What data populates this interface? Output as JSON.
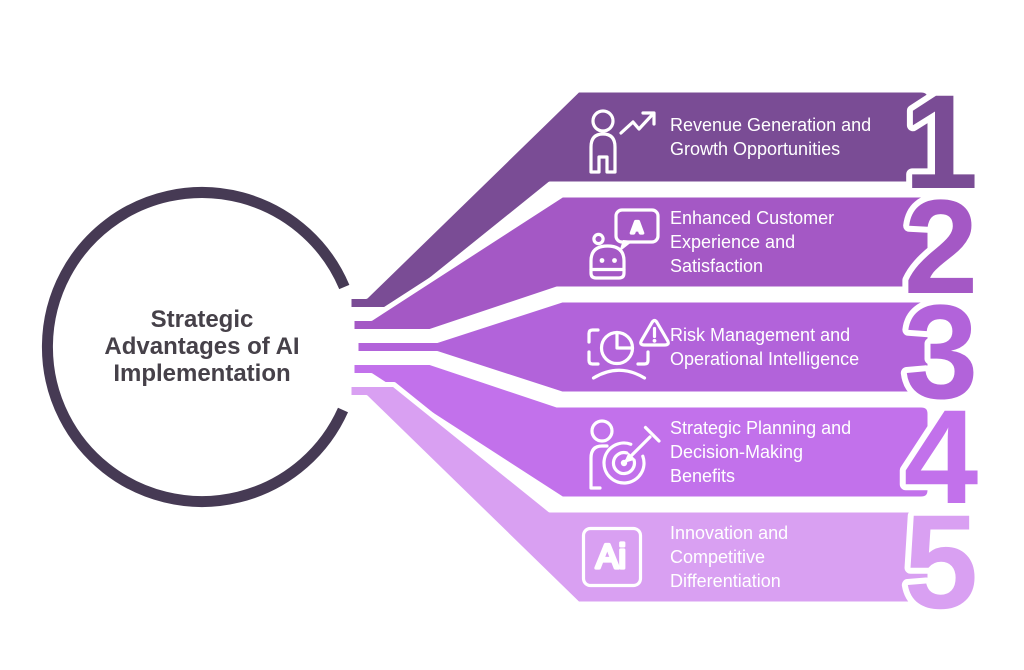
{
  "title": {
    "lines": [
      "Strategic",
      "Advantages of AI",
      "Implementation"
    ]
  },
  "banners": [
    {
      "number": "1",
      "color": "#7a4c95",
      "icon": "person-growth-arrow-icon",
      "lines": [
        "Revenue Generation and",
        "Growth Opportunities",
        ""
      ]
    },
    {
      "number": "2",
      "color": "#a458c5",
      "icon": "chatbot-speech-bubble-icon",
      "lines": [
        "Enhanced Customer",
        "Experience and",
        "Satisfaction"
      ]
    },
    {
      "number": "3",
      "color": "#b263da",
      "icon": "risk-pie-warning-icon",
      "lines": [
        "Risk Management and",
        "Operational Intelligence",
        ""
      ]
    },
    {
      "number": "4",
      "color": "#c271eb",
      "icon": "person-target-dart-icon",
      "lines": [
        "Strategic Planning and",
        "Decision-Making",
        "Benefits"
      ]
    },
    {
      "number": "5",
      "color": "#d9a0f2",
      "icon": "ai-badge-icon",
      "lines": [
        "Innovation and",
        "Competitive",
        "Differentiation"
      ]
    }
  ],
  "icons": {
    "chat_letter": "A",
    "ai_badge_label": "Ai"
  },
  "colors": {
    "background": "#ffffff",
    "circle_border": "#463a54",
    "title_text": "#464149",
    "banner_text": "#ffffff",
    "separator": "#ffffff"
  }
}
